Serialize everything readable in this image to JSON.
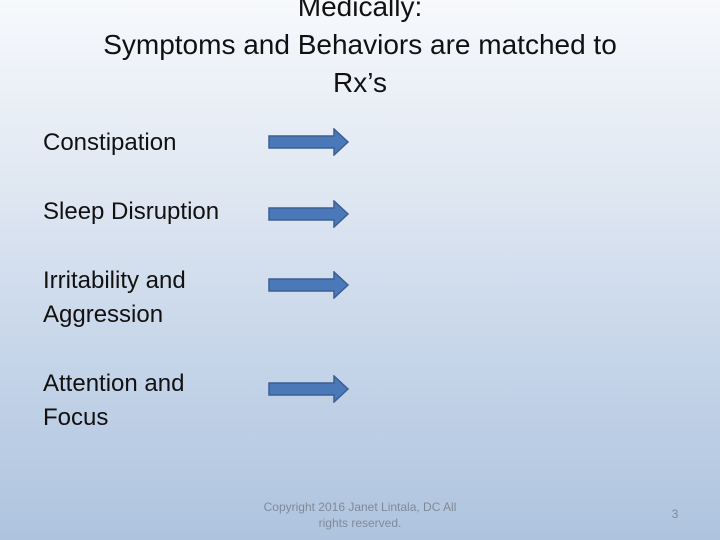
{
  "title": {
    "line1": "Medically:",
    "line2": "Symptoms and Behaviors are matched to",
    "line3": "Rx’s"
  },
  "items": [
    {
      "line1": "Constipation",
      "line2": ""
    },
    {
      "line1": "Sleep Disruption",
      "line2": ""
    },
    {
      "line1": "Irritability and",
      "line2": "Aggression"
    },
    {
      "line1": "Attention and",
      "line2": "Focus"
    }
  ],
  "arrow_color": "#4a78b8",
  "arrow_outline": "#3a5f92",
  "footer": {
    "copyright_line1": "Copyright 2016 Janet Lintala, DC  All",
    "copyright_line2": "rights reserved.",
    "page_number": "3"
  }
}
